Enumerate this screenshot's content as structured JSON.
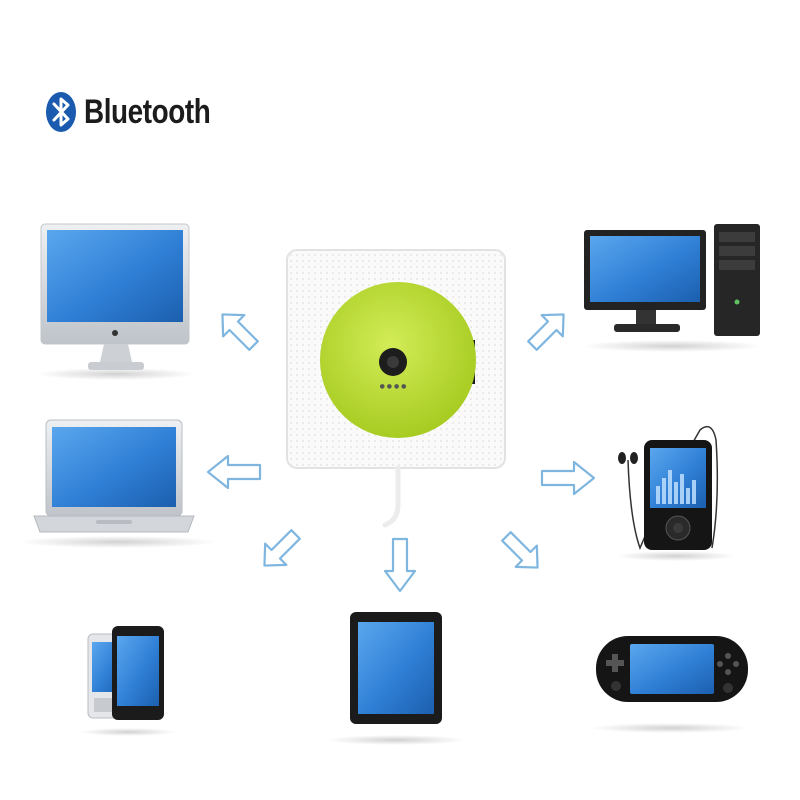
{
  "header": {
    "logo_icon": "bluetooth-icon",
    "title": "Bluetooth",
    "logo_color": "#1a5bb0"
  },
  "hub_device": {
    "icon": "wall-cd-player",
    "disc_color": "#b8d92b"
  },
  "connected_devices": [
    {
      "name": "imac",
      "icon": "monitor-icon"
    },
    {
      "name": "desktop-pc",
      "icon": "desktop-tower-icon"
    },
    {
      "name": "laptop",
      "icon": "laptop-icon"
    },
    {
      "name": "mp3-player",
      "icon": "mp3-player-icon"
    },
    {
      "name": "smartphones",
      "icon": "phone-icon"
    },
    {
      "name": "tablet",
      "icon": "tablet-icon"
    },
    {
      "name": "handheld-console",
      "icon": "gamepad-icon"
    }
  ],
  "colors": {
    "screen_blue": "#2f7fd6",
    "arrow_stroke": "#7fb6e0",
    "silver": "#d6d9dd",
    "dark_bezel": "#1c1c1c"
  }
}
